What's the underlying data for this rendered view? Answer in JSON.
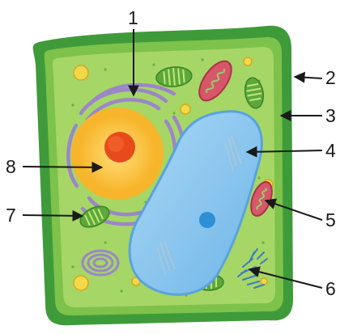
{
  "diagram": {
    "labels": [
      {
        "id": "label-1",
        "text": "1"
      },
      {
        "id": "label-2",
        "text": "2"
      },
      {
        "id": "label-3",
        "text": "3"
      },
      {
        "id": "label-4",
        "text": "4"
      },
      {
        "id": "label-5",
        "text": "5"
      },
      {
        "id": "label-6",
        "text": "6"
      },
      {
        "id": "label-7",
        "text": "7"
      },
      {
        "id": "label-8",
        "text": "8"
      }
    ]
  },
  "colors": {
    "cell_wall": "#3f9b3a",
    "membrane": "#7dc24a",
    "cytoplasm": "#a6d665",
    "vacuole": "#8ec9f0",
    "nucleus": "#ffcc33",
    "nucleolus": "#e84a1c",
    "golgi": "#9b86c9",
    "chloroplast": "#5ba93a",
    "mitochondrion": "#d9566a",
    "arrow": "#1a1a1a"
  }
}
